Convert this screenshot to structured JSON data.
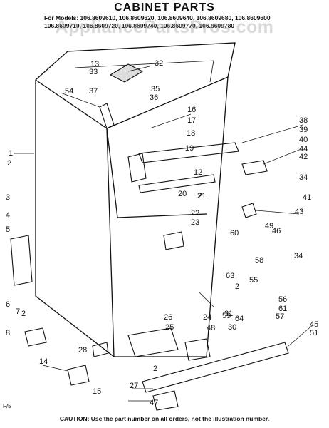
{
  "header": {
    "title": "CABINET PARTS",
    "models_line1": "For Models: 106.8609610, 106.8609620, 106.8609640, 106.8609680, 106.8609600",
    "models_line2": "106.8609710, 106.8609720, 106.8609740, 106.8609770, 106.8609780"
  },
  "watermark": "AppliancePartsPros.com",
  "callouts": [
    "1",
    "2",
    "3",
    "4",
    "5",
    "6",
    "7",
    "8",
    "12",
    "13",
    "14",
    "15",
    "16",
    "17",
    "18",
    "19",
    "20",
    "21",
    "22",
    "23",
    "24",
    "25",
    "26",
    "27",
    "28",
    "30",
    "31",
    "32",
    "33",
    "34",
    "34",
    "35",
    "36",
    "37",
    "38",
    "39",
    "40",
    "41",
    "42",
    "43",
    "44",
    "45",
    "46",
    "47",
    "48",
    "49",
    "51",
    "54",
    "55",
    "56",
    "57",
    "58",
    "59",
    "60",
    "61",
    "63",
    "64",
    "2",
    "2",
    "2",
    "2"
  ],
  "caution": "CAUTION: Use the part number on all orders, not the illustration number.",
  "page_code": "F/5",
  "colors": {
    "ink": "#111111",
    "watermark": "#aaaaaa"
  }
}
